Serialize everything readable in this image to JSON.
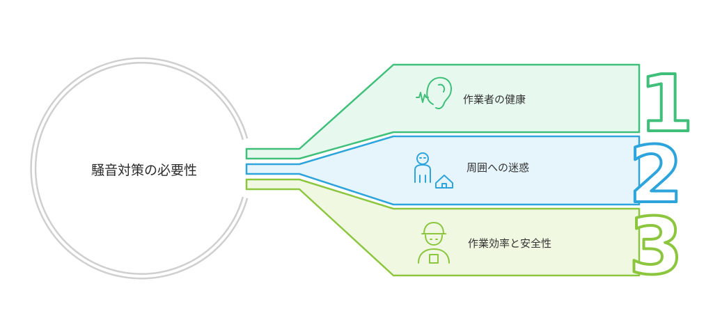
{
  "hub": {
    "label": "騒音対策の必要性"
  },
  "branches": [
    {
      "number": "1",
      "label": "作業者の健康",
      "icon": "ear-sound-icon",
      "stroke": "#3fbf7a",
      "fill": "#e7f9ef"
    },
    {
      "number": "2",
      "label": "周囲への迷惑",
      "icon": "person-house-icon",
      "stroke": "#2ea4dc",
      "fill": "#e6f5fc"
    },
    {
      "number": "3",
      "label": "作業効率と安全性",
      "icon": "worker-icon",
      "stroke": "#8cc63f",
      "fill": "#f0f8e2"
    }
  ]
}
